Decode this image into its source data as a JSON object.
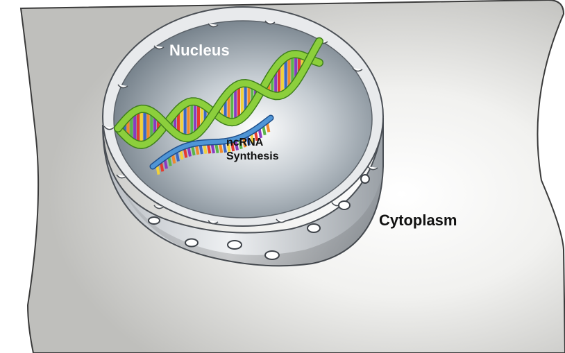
{
  "diagram": {
    "labels": {
      "nucleus": "Nucleus",
      "ncrna_line1": "ncRNA",
      "ncrna_line2": "Synthesis",
      "cytoplasm": "Cytoplasm"
    },
    "colors": {
      "cytoplasm_fill": "#d2d2d0",
      "nucleus_wall": "#e4e6e8",
      "nucleus_interior": "#8f9aa3",
      "dna_backbone": "#8ccf3c",
      "rna_strand": "#4f95d6",
      "base_pair_colors": [
        "#e63b2e",
        "#f2d13a",
        "#3a67c4",
        "#f08a2c",
        "#5ab54a",
        "#8a3ac0"
      ]
    }
  }
}
